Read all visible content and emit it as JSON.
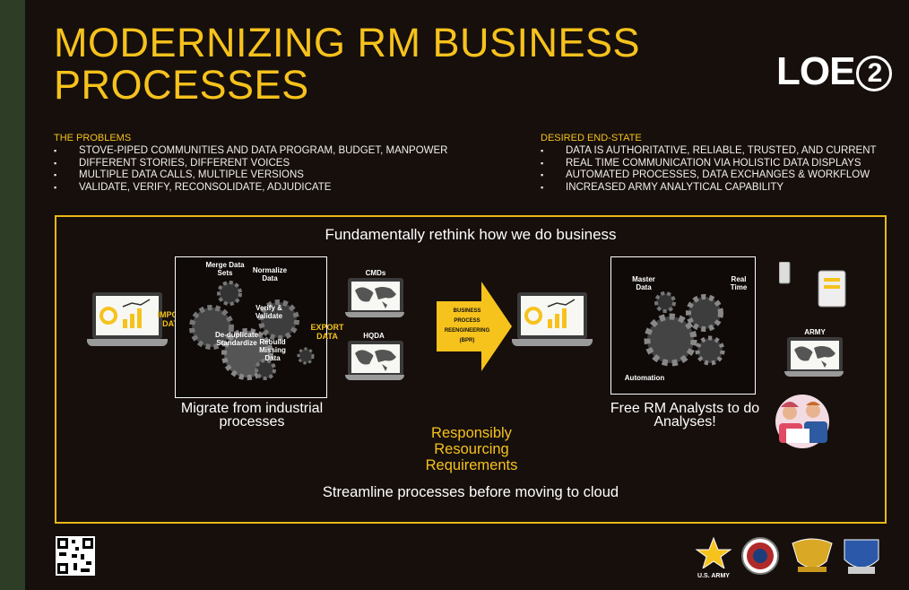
{
  "title": "MODERNIZING RM BUSINESS PROCESSES",
  "loe": {
    "text": "LOE",
    "number": "2"
  },
  "problems": {
    "heading": "THE PROBLEMS",
    "items": [
      "STOVE-PIPED COMMUNITIES AND DATA PROGRAM, BUDGET, MANPOWER",
      "DIFFERENT STORIES, DIFFERENT VOICES",
      "MULTIPLE DATA CALLS, MULTIPLE VERSIONS",
      "VALIDATE, VERIFY, RECONSOLIDATE, ADJUDICATE"
    ]
  },
  "end_state": {
    "heading": "DESIRED END-STATE",
    "items": [
      "DATA IS AUTHORITATIVE, RELIABLE, TRUSTED, AND CURRENT",
      "REAL TIME COMMUNICATION VIA HOLISTIC DATA DISPLAYS",
      "AUTOMATED PROCESSES, DATA EXCHANGES & WORKFLOW",
      "INCREASED ARMY ANALYTICAL CAPABILITY"
    ]
  },
  "diagram": {
    "heading": "Fundamentally rethink how we do business",
    "import_label": "IMPORT DATA",
    "export_label": "EXPORT DATA",
    "gear_labels": {
      "merge": "Merge Data Sets",
      "normalize": "Normalize Data",
      "verify": "Verify & Validate",
      "dedupe": "De-duplicate Standardize",
      "rebuild": "Rebuild Missing Data"
    },
    "cmds": "CMDs",
    "hqda": "HQDA",
    "bpr": "BUSINESS PROCESS REENGINEERING (BPR)",
    "master_data": "Master Data",
    "real_time": "Real Time",
    "automation": "Automation",
    "army": "ARMY",
    "left_caption": "Migrate from industrial processes",
    "right_caption": "Free RM Analysts to do Analyses!",
    "center_text": "Responsibly Resourcing Requirements",
    "footer": "Streamline processes before moving to cloud"
  },
  "us_army": "U.S. ARMY",
  "colors": {
    "accent": "#f6c21c",
    "background": "#160f0c",
    "stripe": "#2e3d26"
  }
}
